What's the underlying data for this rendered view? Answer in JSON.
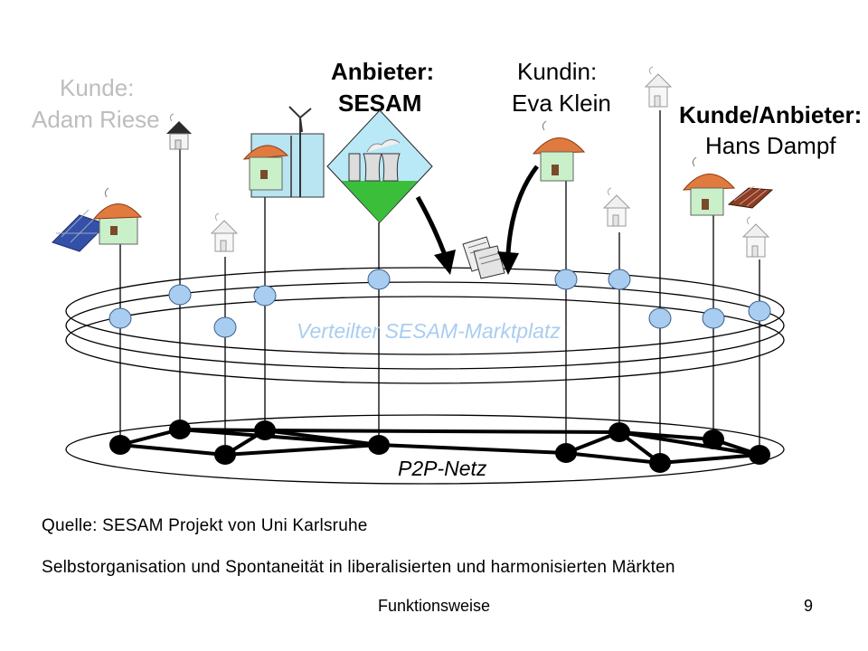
{
  "actors": {
    "kunde_adam": {
      "role": "Kunde:",
      "name": "Adam Riese"
    },
    "anbieter_sesam": {
      "role": "Anbieter:",
      "name": "SESAM"
    },
    "kundin_eva": {
      "role": "Kundin:",
      "name": "Eva Klein"
    },
    "kunde_anbieter_hans": {
      "role": "Kunde/Anbieter:",
      "name": "Hans Dampf"
    }
  },
  "layers": {
    "marketplace_label": "Verteilter SESAM-Marktplatz",
    "p2p_label": "P2P-Netz"
  },
  "colors": {
    "marketplace_node": "#a9cdf0",
    "marketplace_text": "#a9cdf0",
    "p2p_node": "#000000",
    "faded_label": "#bdbdbd"
  },
  "captions": {
    "source": "Quelle: SESAM Projekt von Uni Karlsruhe",
    "subtitle": "Selbstorganisation und Spontaneität in liberalisierten und harmonisierten Märkten"
  },
  "footer": {
    "title": "Funktionsweise",
    "page_number": "9"
  }
}
